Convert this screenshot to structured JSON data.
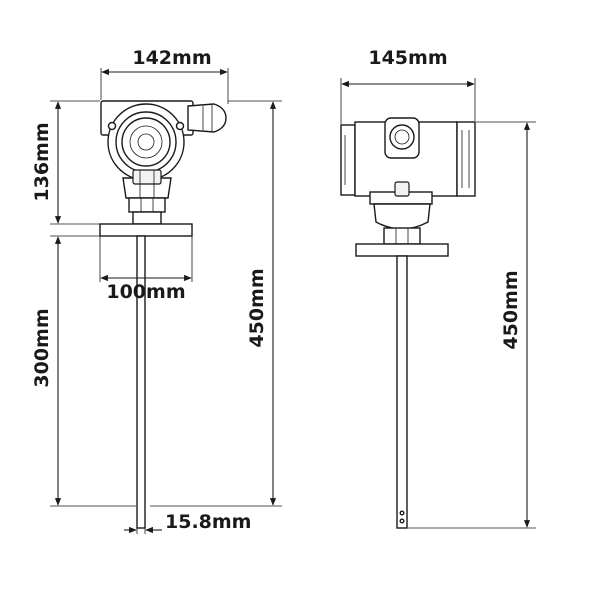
{
  "diagram": {
    "front_view": {
      "width_label": "142mm",
      "head_height_label": "136mm",
      "flange_label": "100mm",
      "probe_length_label": "300mm",
      "total_height_label": "450mm",
      "probe_diameter_label": "15.8mm"
    },
    "side_view": {
      "width_label": "145mm",
      "total_height_label": "450mm"
    },
    "colors": {
      "line": "#1a1a1a",
      "background": "#ffffff"
    }
  }
}
